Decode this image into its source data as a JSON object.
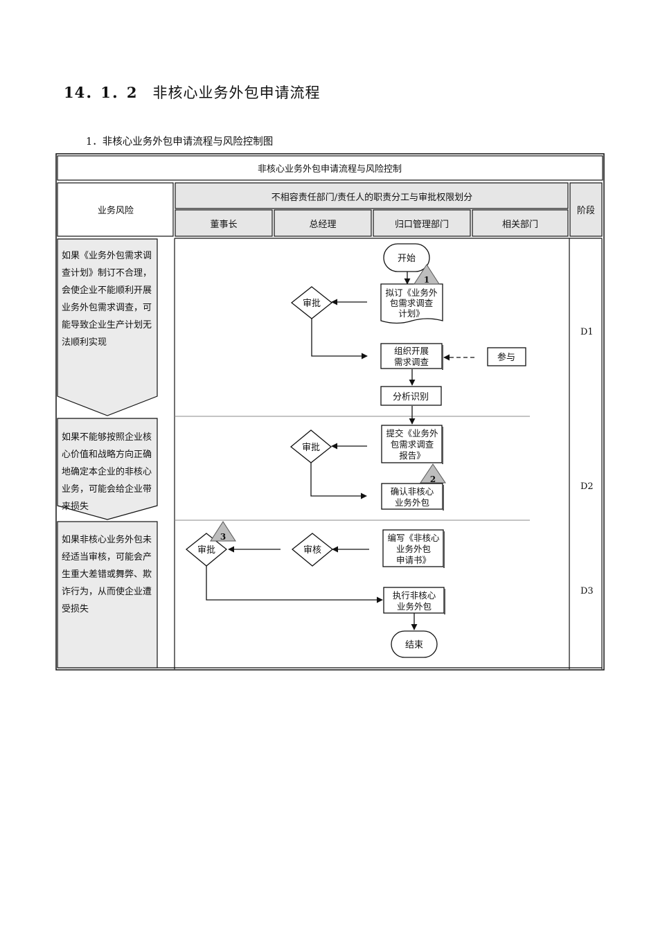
{
  "heading": {
    "number": "14．1．2",
    "title": "非核心业务外包申请流程"
  },
  "subheading": "1．非核心业务外包申请流程与风险控制图",
  "table": {
    "title": "非核心业务外包申请流程与风险控制",
    "risk_header": "业务风险",
    "division_header": "不相容责任部门/责任人的职责分工与审批权限划分",
    "stage_header": "阶段",
    "lanes": [
      "董事长",
      "总经理",
      "归口管理部门",
      "相关部门"
    ]
  },
  "risks": [
    "如果《业务外包需求调查计划》制订不合理，会使企业不能顺利开展业务外包需求调查，可能导致企业生产计划无法顺利实现",
    "如果不能够按照企业核心价值和战略方向正确地确定本企业的非核心业务，可能会给企业带来损失",
    "如果非核心业务外包未经适当审核，可能会产生重大差错或舞弊、欺诈行为，从而使企业遭受损失"
  ],
  "stages": [
    "D1",
    "D2",
    "D3"
  ],
  "nodes": {
    "start": "开始",
    "draft_l1": "拟订《业务外",
    "draft_l2": "包需求调查",
    "draft_l3": "计划》",
    "approve1": "审批",
    "organize_l1": "组织开展",
    "organize_l2": "需求调查",
    "participate": "参与",
    "analyze": "分析识别",
    "submit_l1": "提交《业务外",
    "submit_l2": "包需求调查",
    "submit_l3": "报告》",
    "approve2": "审批",
    "confirm_l1": "确认非核心",
    "confirm_l2": "业务外包",
    "write_l1": "编写《非核心",
    "write_l2": "业务外包",
    "write_l3": "申请书》",
    "review": "审核",
    "approve3": "审批",
    "execute_l1": "执行非核心",
    "execute_l2": "业务外包",
    "end": "结束"
  },
  "control_points": [
    "1",
    "2",
    "3"
  ]
}
